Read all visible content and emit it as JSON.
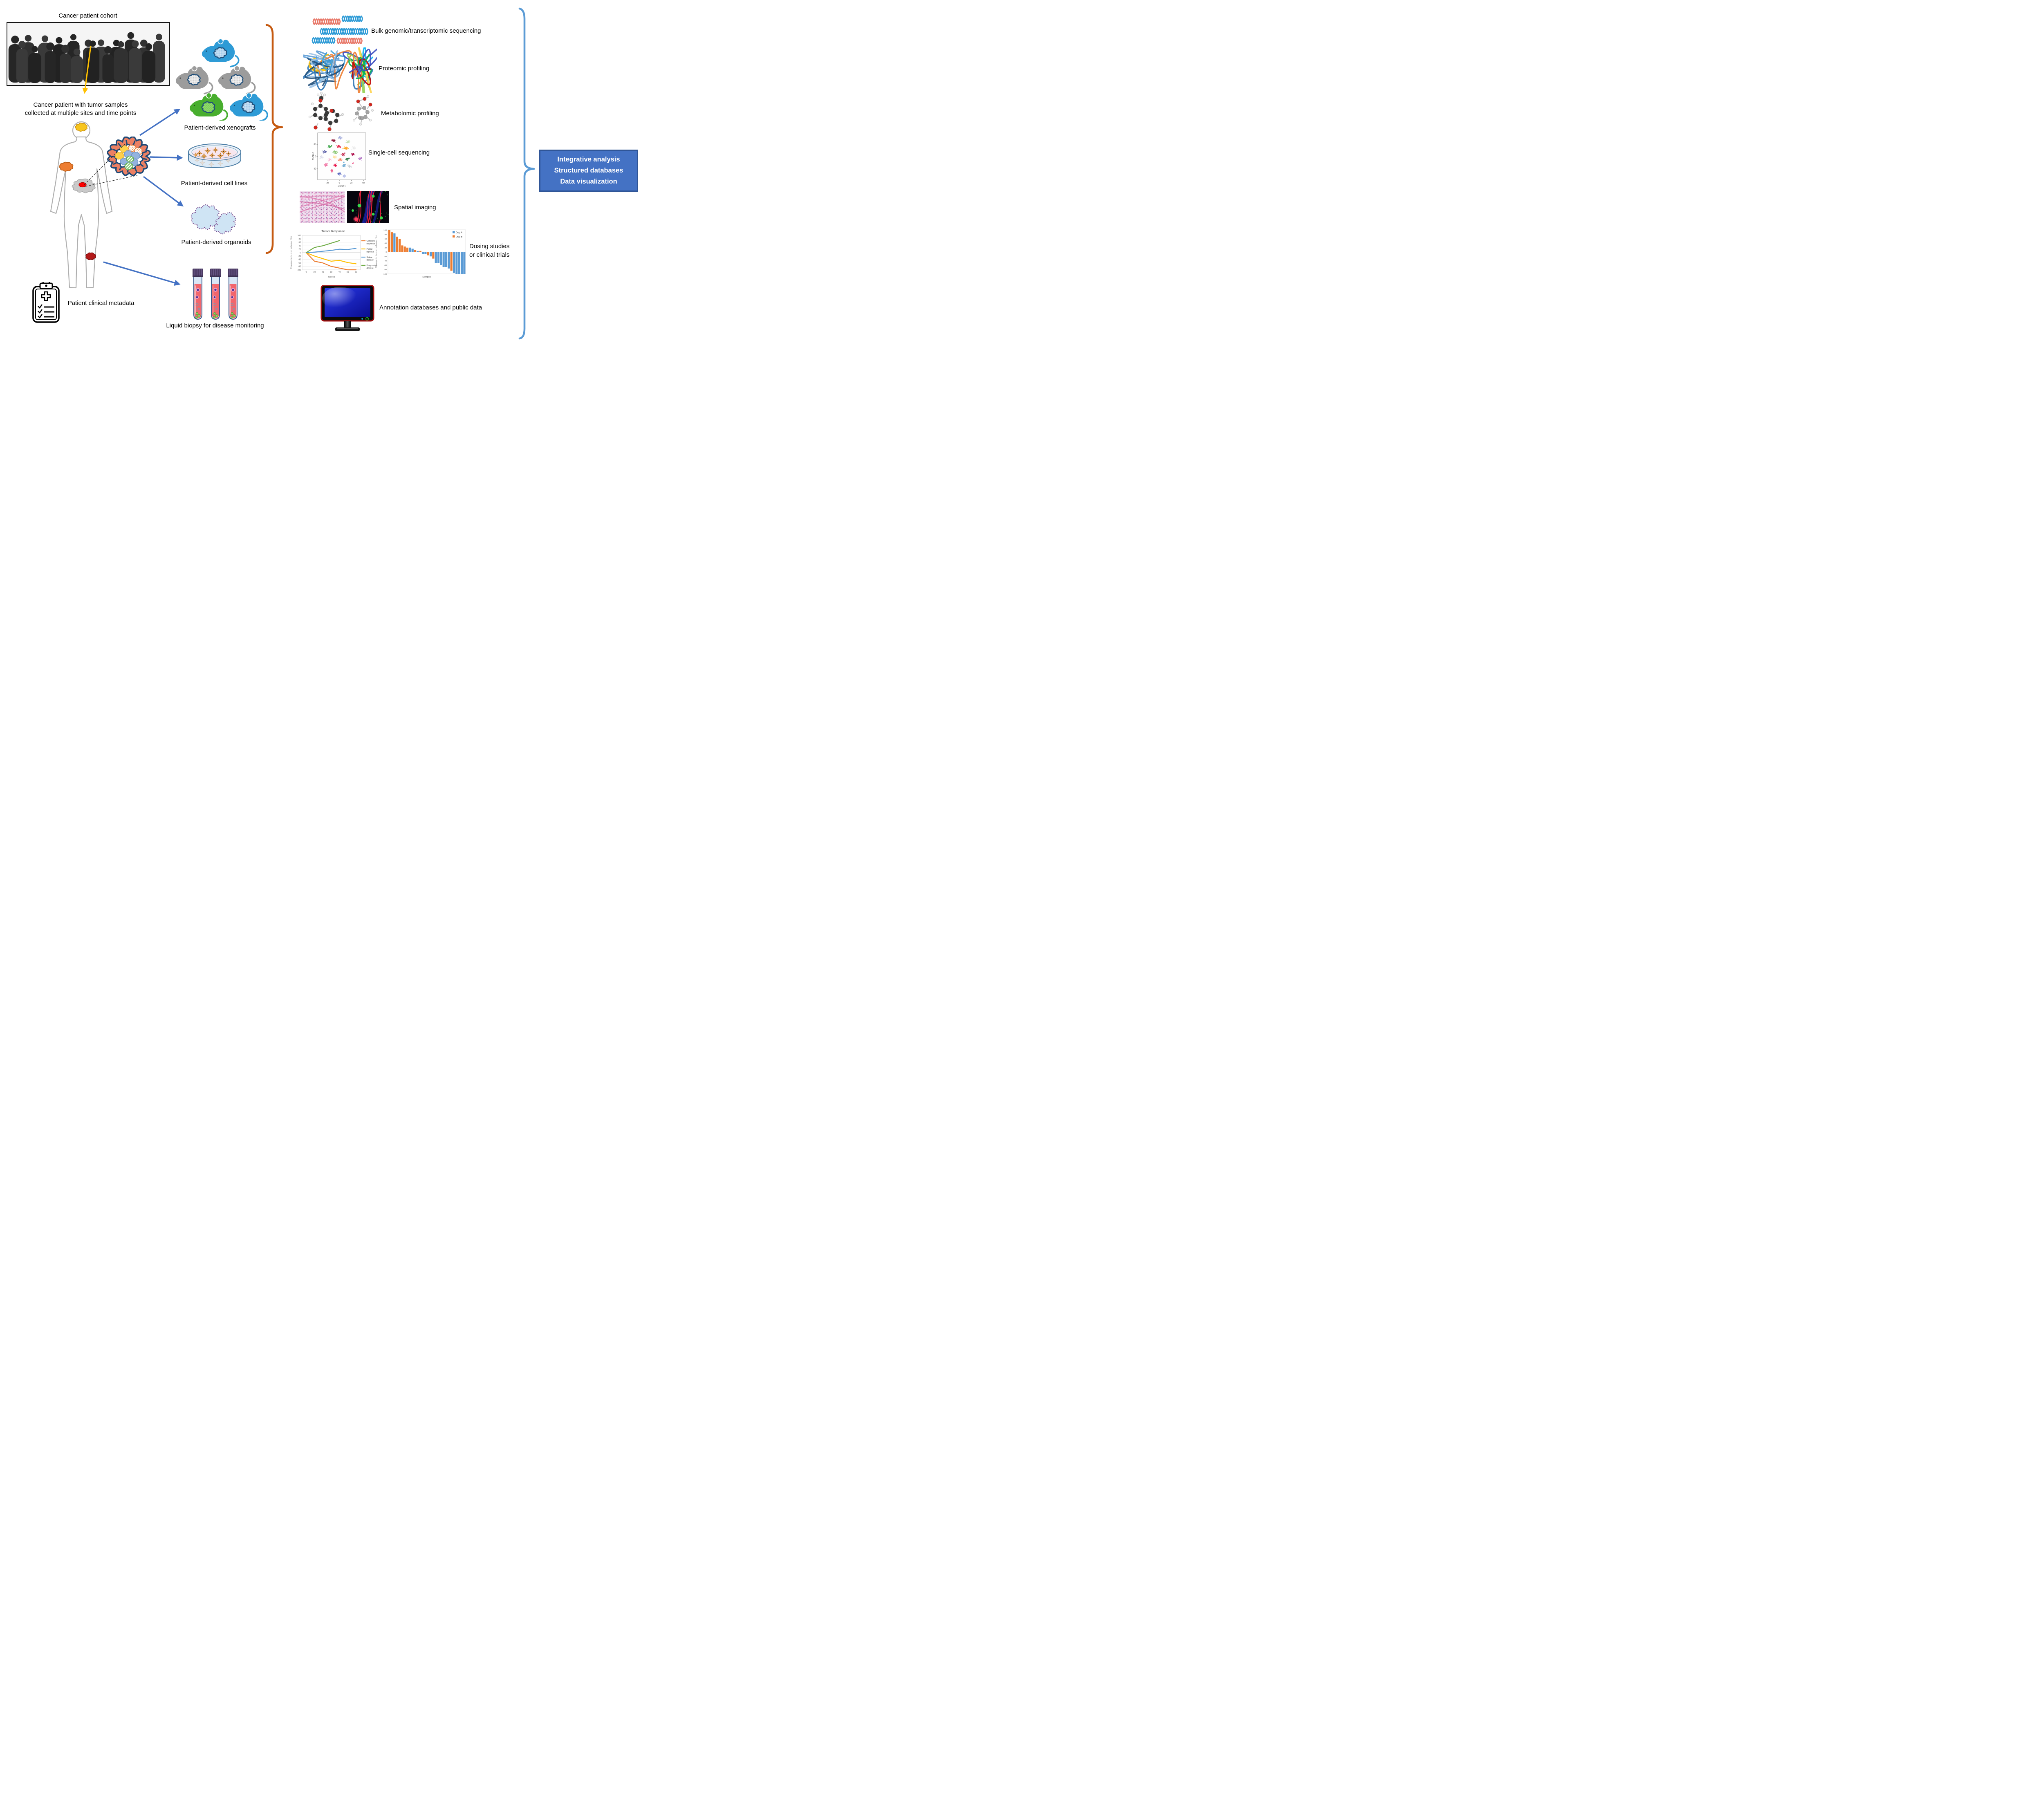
{
  "cohort": {
    "title": "Cancer patient cohort"
  },
  "patient": {
    "caption_line1": "Cancer patient with tumor samples",
    "caption_line2": "collected at multiple sites and time points"
  },
  "models": {
    "xenografts_label": "Patient-derived xenografts",
    "cell_lines_label": "Patient-derived cell lines",
    "organoids_label": "Patient-derived organoids"
  },
  "biopsy": {
    "label": "Liquid biopsy for disease monitoring"
  },
  "metadata": {
    "label": "Patient clinical metadata"
  },
  "assays": {
    "bulk_label": "Bulk genomic/transcriptomic sequencing",
    "proteomic_label": "Proteomic profiling",
    "metabolomic_label": "Metabolomic profiling",
    "single_cell_label": "Single-cell sequencing",
    "spatial_label": "Spatial imaging",
    "dosing_line1": "Dosing studies",
    "dosing_line2": "or clinical trials",
    "annotation_label": "Annotation databases and public data"
  },
  "integration_box": {
    "line1": "Integrative analysis",
    "line2": "Structured databases",
    "line3": "Data visualization",
    "fill": "#4472C4",
    "border": "#2F5597",
    "text_color": "#FFFFFF"
  },
  "accent_colors": {
    "arrow_blue": "#4472C4",
    "arrow_yellow": "#FFC000",
    "brace_orange": "#C55A11",
    "brace_blue": "#5B9BD5"
  },
  "chart_data": [
    {
      "type": "line",
      "title": "Tumor Response",
      "xlabel": "Weeks",
      "ylabel": "Change in tumor volume (%)",
      "x": [
        0,
        10,
        20,
        30,
        40,
        50,
        60
      ],
      "ylim": [
        -100,
        100
      ],
      "ytick_step": 20,
      "grid": true,
      "legend_position": "right",
      "series": [
        {
          "name": "Complete response",
          "color": "#ED7D31",
          "values": [
            0,
            -50,
            -60,
            -80,
            -90,
            -100,
            -100
          ]
        },
        {
          "name": "Partial reponse",
          "color": "#FFC000",
          "values": [
            0,
            -20,
            -35,
            -50,
            -45,
            -58,
            -65
          ]
        },
        {
          "name": "Stable disease",
          "color": "#5B9BD5",
          "values": [
            0,
            3,
            8,
            13,
            20,
            18,
            25
          ]
        },
        {
          "name": "Progressive disease",
          "color": "#70AD47",
          "values": [
            0,
            30,
            40,
            55,
            70,
            null,
            null
          ]
        }
      ]
    },
    {
      "type": "bar",
      "xlabel": "Samples",
      "ylabel": "Change in tumor volume (%)",
      "ylim": [
        -100,
        100
      ],
      "ytick_step": 20,
      "legend": [
        {
          "name": "Drug A",
          "color": "#5B9BD5"
        },
        {
          "name": "Drug B",
          "color": "#ED7D31"
        }
      ],
      "bars": [
        {
          "value": 100,
          "drug": "Drug B"
        },
        {
          "value": 90,
          "drug": "Drug B"
        },
        {
          "value": 85,
          "drug": "Drug A"
        },
        {
          "value": 70,
          "drug": "Drug B"
        },
        {
          "value": 60,
          "drug": "Drug B"
        },
        {
          "value": 30,
          "drug": "Drug B"
        },
        {
          "value": 25,
          "drug": "Drug B"
        },
        {
          "value": 20,
          "drug": "Drug B"
        },
        {
          "value": 20,
          "drug": "Drug A"
        },
        {
          "value": 15,
          "drug": "Drug A"
        },
        {
          "value": 10,
          "drug": "Drug B"
        },
        {
          "value": 5,
          "drug": "Drug A"
        },
        {
          "value": 5,
          "drug": "Drug B"
        },
        {
          "value": -10,
          "drug": "Drug A"
        },
        {
          "value": -10,
          "drug": "Drug A"
        },
        {
          "value": -15,
          "drug": "Drug B"
        },
        {
          "value": -20,
          "drug": "Drug A"
        },
        {
          "value": -30,
          "drug": "Drug B"
        },
        {
          "value": -50,
          "drug": "Drug A"
        },
        {
          "value": -50,
          "drug": "Drug A"
        },
        {
          "value": -60,
          "drug": "Drug A"
        },
        {
          "value": -68,
          "drug": "Drug A"
        },
        {
          "value": -68,
          "drug": "Drug A"
        },
        {
          "value": -75,
          "drug": "Drug A"
        },
        {
          "value": -85,
          "drug": "Drug B"
        },
        {
          "value": -95,
          "drug": "Drug A"
        },
        {
          "value": -100,
          "drug": "Drug A"
        },
        {
          "value": -100,
          "drug": "Drug A"
        },
        {
          "value": -100,
          "drug": "Drug A"
        },
        {
          "value": -100,
          "drug": "Drug A"
        }
      ]
    },
    {
      "type": "scatter",
      "xlabel": "t-SNE1",
      "ylabel": "t-SNE2",
      "xticks": [
        -30,
        0,
        30,
        60
      ],
      "yticks": [
        30,
        0,
        -30
      ],
      "xlim": [
        -54,
        66
      ],
      "ylim": [
        -57,
        58
      ],
      "clusters": [
        {
          "x": 2,
          "y": 46,
          "c": "#9FA8DA"
        },
        {
          "x": -14,
          "y": 39,
          "c": "#8E1537"
        },
        {
          "x": 22,
          "y": 36,
          "c": "#C5E0B4"
        },
        {
          "x": -2,
          "y": 25,
          "c": "#E8274B"
        },
        {
          "x": -24,
          "y": 24,
          "c": "#3DA648"
        },
        {
          "x": 16,
          "y": 21,
          "c": "#FFA726",
          "n": 55,
          "sx": 6
        },
        {
          "x": 36,
          "y": 21,
          "c": "#E9E9E9"
        },
        {
          "x": -37,
          "y": 12,
          "c": "#5C5FA8"
        },
        {
          "x": -11,
          "y": 11,
          "c": "#90C978",
          "n": 55,
          "sx": 6.5
        },
        {
          "x": 10,
          "y": 5,
          "c": "#C21F45"
        },
        {
          "x": 34,
          "y": 5,
          "c": "#B01550"
        },
        {
          "x": -44,
          "y": -1,
          "c": "#DCDCEB"
        },
        {
          "x": -12,
          "y": -1,
          "c": "#FFDF9E"
        },
        {
          "x": 52,
          "y": -5,
          "c": "#B579C6"
        },
        {
          "x": -24,
          "y": -7,
          "c": "#F7C1D9",
          "n": 30,
          "sx": 3.2
        },
        {
          "x": 2,
          "y": -8,
          "c": "#F4845F"
        },
        {
          "x": 20,
          "y": -6,
          "c": "#1F6B35"
        },
        {
          "x": 11,
          "y": -14,
          "c": "#6BAED6",
          "n": 9,
          "sx": 1.5,
          "sy": 1.5
        },
        {
          "x": -33,
          "y": -20,
          "c": "#F06EA0"
        },
        {
          "x": -10,
          "y": -21,
          "c": "#E8174B"
        },
        {
          "x": 11,
          "y": -22,
          "c": "#74AED4"
        },
        {
          "x": 25,
          "y": -23,
          "c": "#C9CFD4"
        },
        {
          "x": 34,
          "y": -16,
          "c": "#E91E63",
          "n": 10,
          "sx": 2,
          "sy": 1.5
        },
        {
          "x": -18,
          "y": -35,
          "c": "#E85C8A",
          "n": 32,
          "sx": 3.2
        },
        {
          "x": 0,
          "y": -42,
          "c": "#5C6BC0"
        },
        {
          "x": 12,
          "y": -48,
          "c": "#B3BCE8",
          "n": 32,
          "sx": 3.4
        }
      ]
    }
  ]
}
